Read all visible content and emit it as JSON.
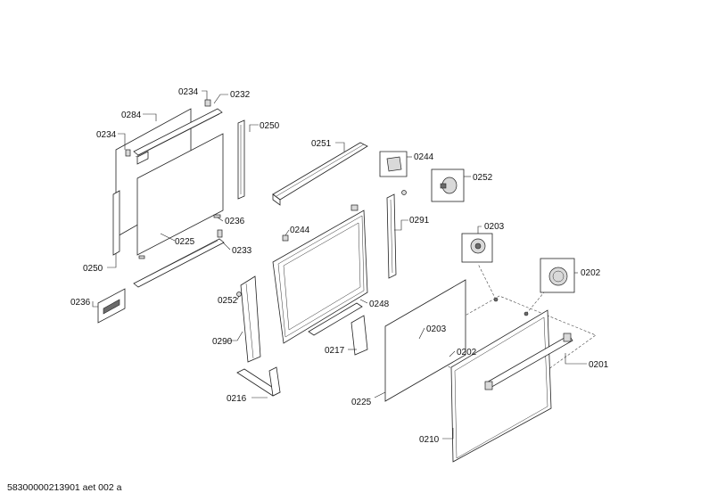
{
  "labels": {
    "l0234a": "0234",
    "l0232": "0232",
    "l0284": "0284",
    "l0234b": "0234",
    "l0250a": "0250",
    "l0251": "0251",
    "l0244a": "0244",
    "l0252a": "0252",
    "l0236a": "0236",
    "l0225a": "0225",
    "l0233": "0233",
    "l0244b": "0244",
    "l0291": "0291",
    "l0203a": "0203",
    "l0250b": "0250",
    "l0202a": "0202",
    "l0236b": "0236",
    "l0252b": "0252",
    "l0248": "0248",
    "l0290": "0290",
    "l0203b": "0203",
    "l0217": "0217",
    "l0202b": "0202",
    "l0201": "0201",
    "l0216": "0216",
    "l0225b": "0225",
    "l0210": "0210"
  },
  "footer": "58300000213901 aet 002 a"
}
